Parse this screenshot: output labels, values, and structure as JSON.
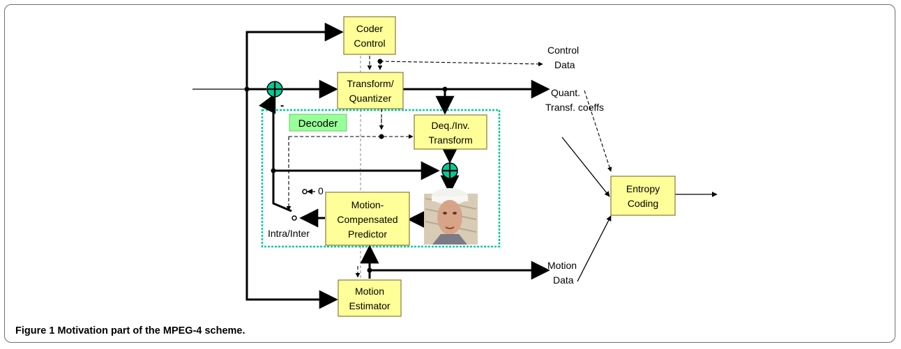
{
  "boxes": {
    "coder_control": [
      "Coder",
      "Control"
    ],
    "transform_quantizer": [
      "Transform/",
      "Quantizer"
    ],
    "deq_inv_transform": [
      "Deq./Inv.",
      "Transform"
    ],
    "motion_comp_predictor": [
      "Motion-",
      "Compensated",
      "Predictor"
    ],
    "motion_estimator": [
      "Motion",
      "Estimator"
    ],
    "entropy_coding": [
      "Entropy",
      "Coding"
    ]
  },
  "labels": {
    "decoder": "Decoder",
    "control_data": [
      "Control",
      "Data"
    ],
    "quant_coeffs": [
      "Quant.",
      "Transf. coeffs"
    ],
    "motion_data": [
      "Motion",
      "Data"
    ],
    "intra_inter": "Intra/Inter",
    "zero": "0",
    "minus": "-"
  },
  "caption": {
    "label": "Figure 1",
    "text": "Motivation part of the MPEG-4 scheme."
  },
  "colors": {
    "box_fill": "#ffff99",
    "decoder_fill": "#99ff99",
    "decoder_border": "#00cc99",
    "adder_fill": "#00cc99"
  }
}
